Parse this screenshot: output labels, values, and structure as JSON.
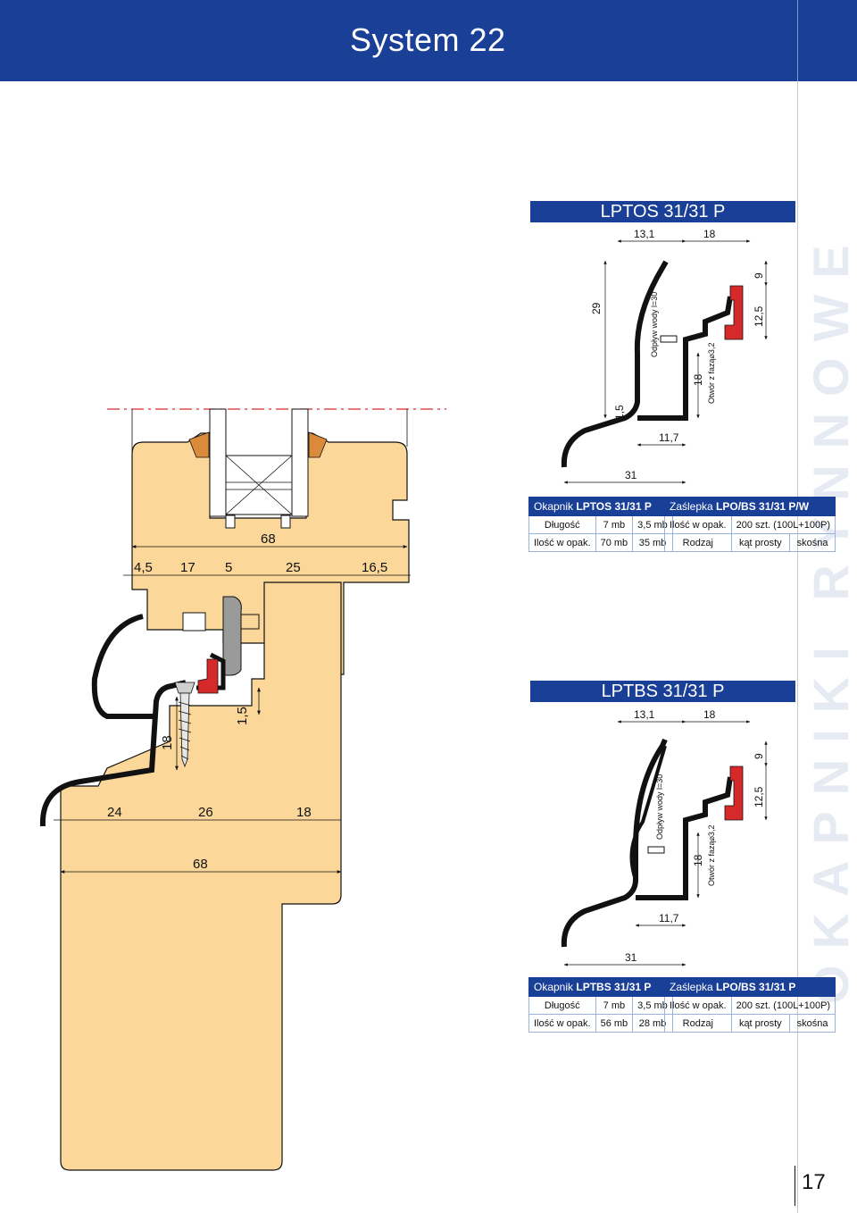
{
  "header": {
    "title": "System 22"
  },
  "side_text": "OKAPNIKI RYNNOWE",
  "page_number": "17",
  "colors": {
    "brand_blue": "#1a3f97",
    "wood": "#fbd79a",
    "gasket_red": "#d62a2a",
    "seal_orange": "#d98a3a"
  },
  "top_profile": {
    "banner": "LPTOS 31/31 P",
    "dims": {
      "d13_1": "13,1",
      "d18a": "18",
      "d29": "29",
      "d9": "9",
      "d12_5": "12,5",
      "d18b": "18",
      "d1_5": "1,5",
      "d11_7": "11,7",
      "d31": "31",
      "odplyw": "Odpływ wody l=30",
      "otwor": "Otwór z fazą⌀3,2"
    },
    "table_left": {
      "title_prefix": "Okapnik ",
      "title_bold": "LPTOS 31/31 P",
      "rows": [
        [
          "Długość",
          "7 mb",
          "3,5 mb"
        ],
        [
          "Ilość w opak.",
          "70 mb",
          "35 mb"
        ]
      ]
    },
    "table_right": {
      "title_prefix": "Zaślepka ",
      "title_bold": "LPO/BS 31/31 P/W",
      "rows": [
        [
          "Ilość w opak.",
          "200 szt. (100L+100P)"
        ],
        [
          "Rodzaj",
          "kąt prosty",
          "skośna"
        ]
      ]
    }
  },
  "bottom_profile": {
    "banner": "LPTBS 31/31 P",
    "dims": {
      "d13_1": "13,1",
      "d18a": "18",
      "d9": "9",
      "d12_5": "12,5",
      "d18b": "18",
      "d11_7": "11,7",
      "d31": "31",
      "odplyw": "Odpływ wody l=30",
      "otwor": "Otwór z fazą⌀3,2"
    },
    "table_left": {
      "title_prefix": "Okapnik ",
      "title_bold": "LPTBS 31/31 P",
      "rows": [
        [
          "Długość",
          "7 mb",
          "3,5 mb"
        ],
        [
          "Ilość w opak.",
          "56 mb",
          "28 mb"
        ]
      ]
    },
    "table_right": {
      "title_prefix": "Zaślepka ",
      "title_bold": "LPO/BS 31/31 P",
      "rows": [
        [
          "Ilość w opak.",
          "200 szt. (100L+100P)"
        ],
        [
          "Rodzaj",
          "kąt prosty",
          "skośna"
        ]
      ]
    }
  },
  "window_section": {
    "sash_dims": {
      "d68": "68",
      "d4_5": "4,5",
      "d17": "17",
      "d5": "5",
      "d25": "25",
      "d16_5": "16,5"
    },
    "frame_dims": {
      "d1_5": "1,5",
      "d18": "18",
      "d24": "24",
      "d26": "26",
      "d18b": "18",
      "d68": "68"
    }
  }
}
